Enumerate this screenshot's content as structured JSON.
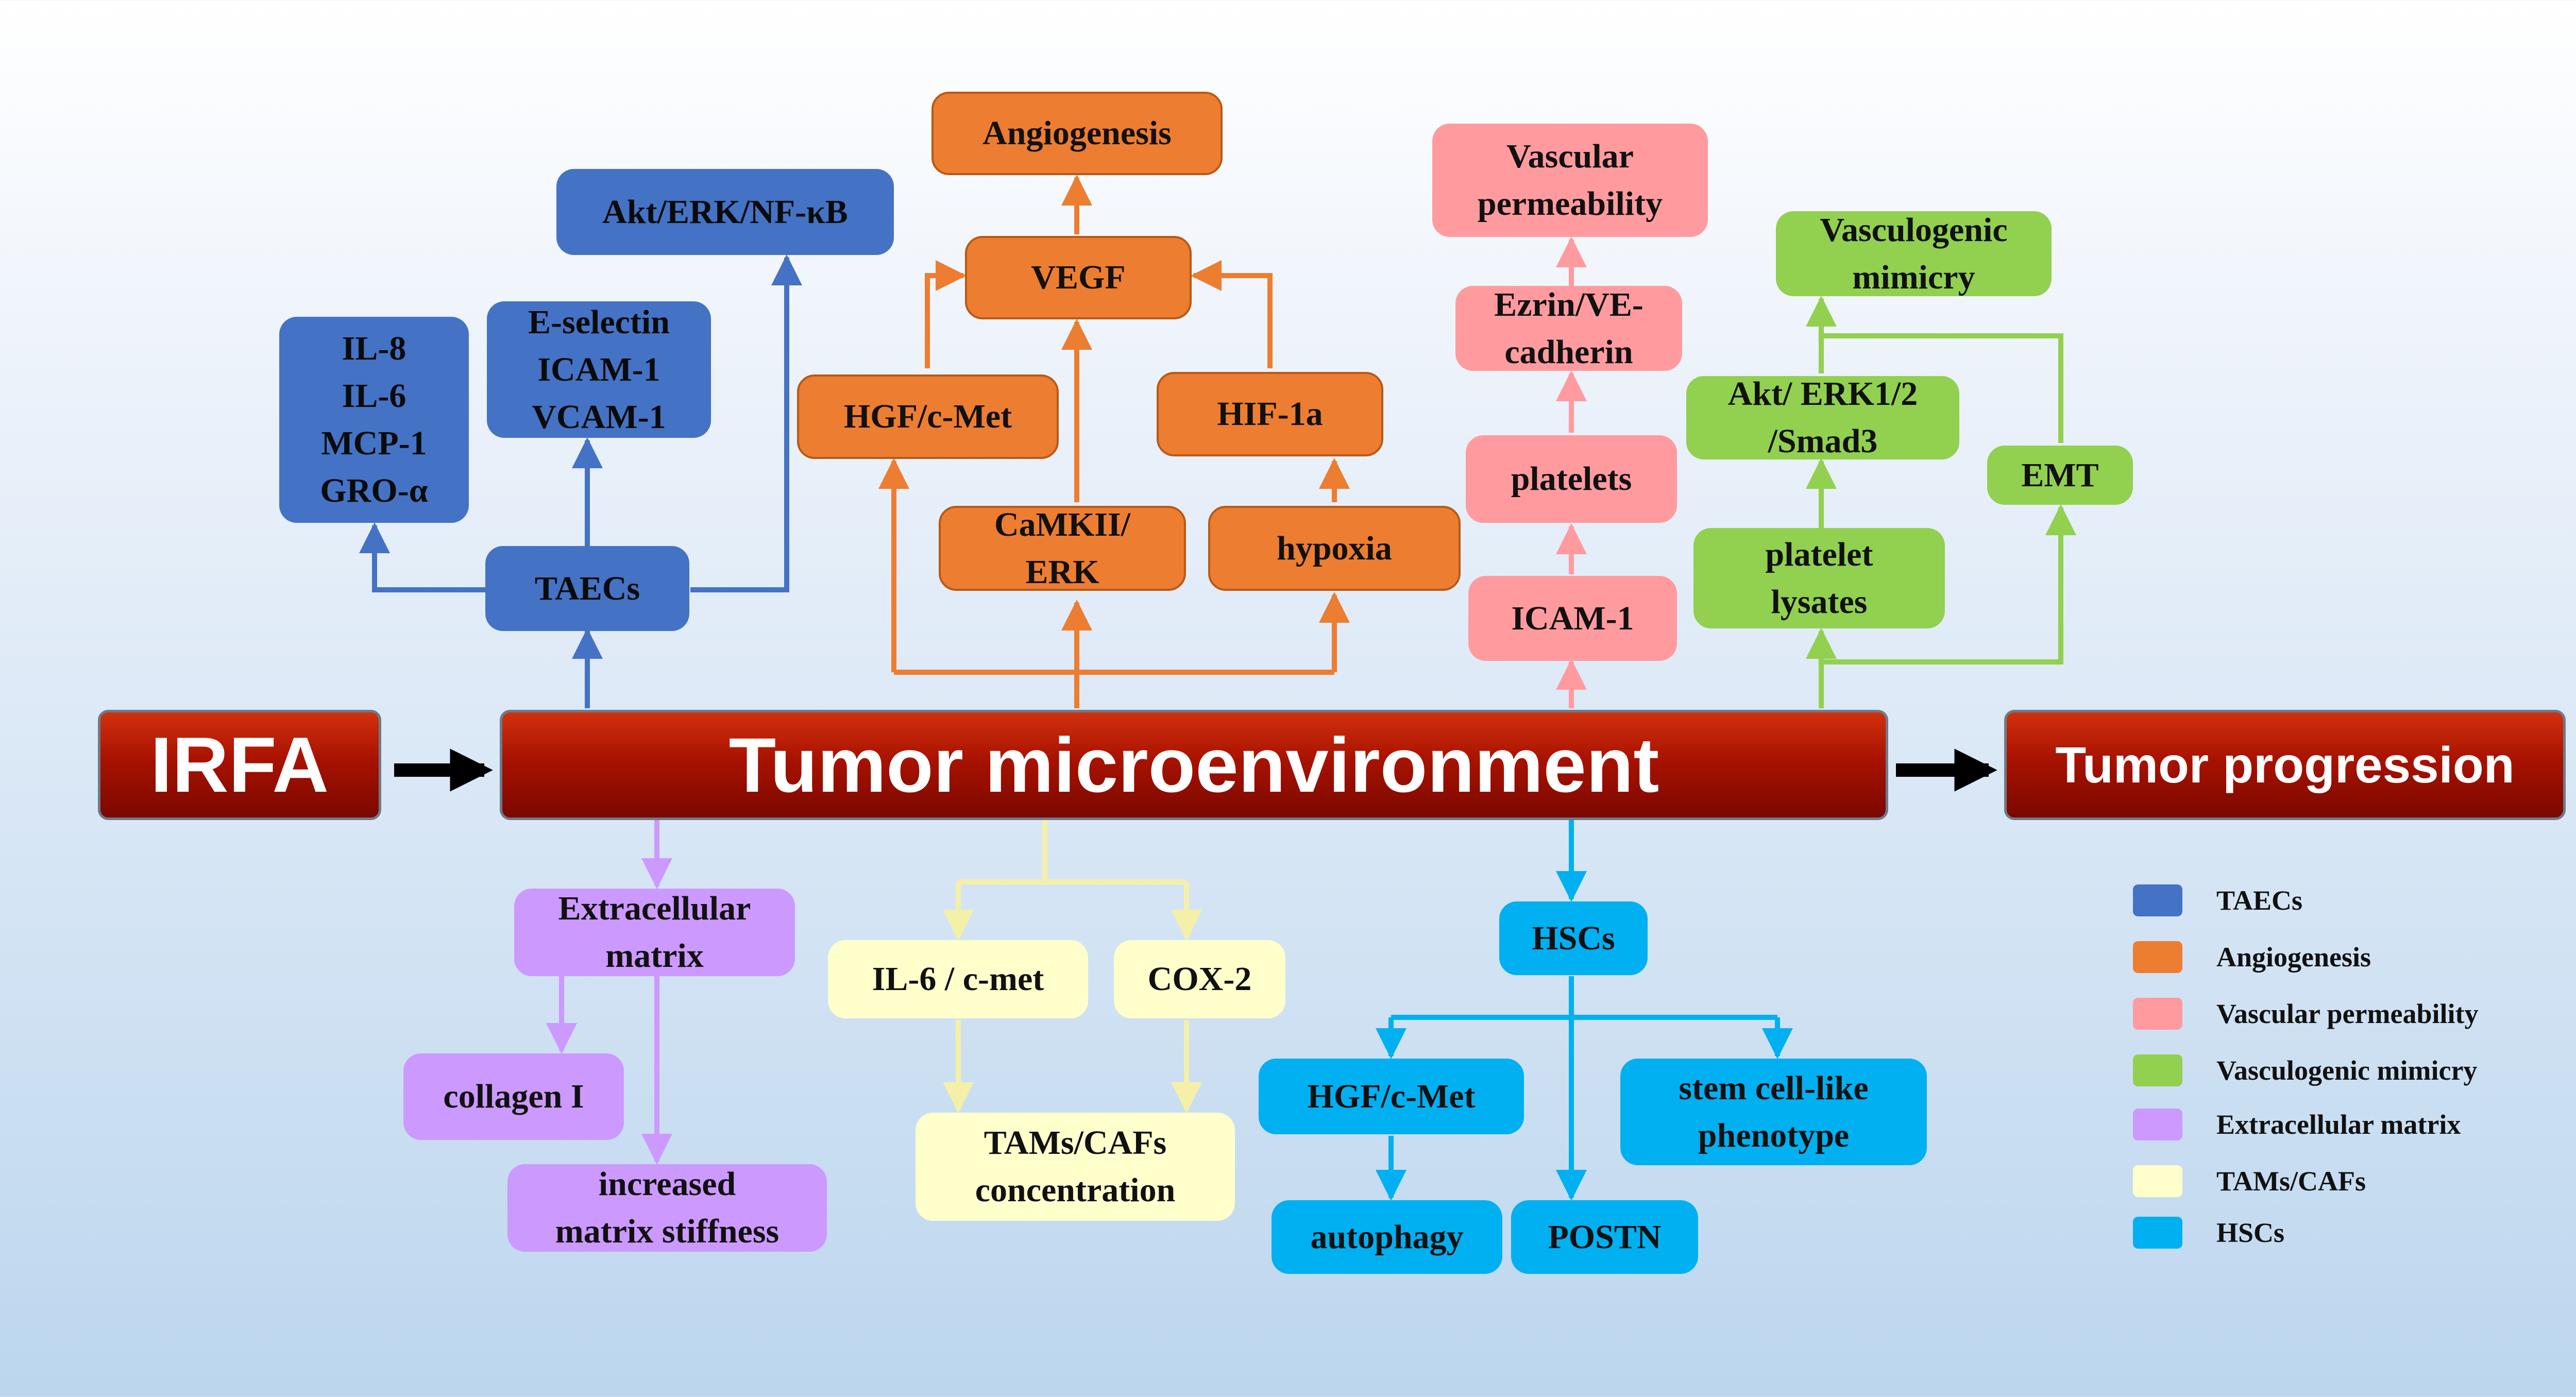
{
  "main": {
    "irfa": "IRFA",
    "tme": "Tumor microenvironment",
    "progression": "Tumor progression"
  },
  "nodes": {
    "taecs": "TAECs",
    "il8": "IL-8\nIL-6\nMCP-1\nGRO-α",
    "eselectin": "E-selectin\nICAM-1\nVCAM-1",
    "akt_nfkb": "Akt/ERK/NF-κB",
    "angiogenesis": "Angiogenesis",
    "vegf": "VEGF",
    "hgf_cmet_top": "HGF/c-Met",
    "hif1a": "HIF-1a",
    "camkii": "CaMKII/\nERK",
    "hypoxia": "hypoxia",
    "vascular_perm": "Vascular\npermeability",
    "ezrin": "Ezrin/VE-\ncadherin",
    "platelets": "platelets",
    "icam1": "ICAM-1",
    "vasculogenic": "Vasculogenic\nmimicry",
    "akt_smad": "Akt/ ERK1/2\n/Smad3",
    "emt": "EMT",
    "platelet_lysates": "platelet\nlysates",
    "ecm": "Extracellular\nmatrix",
    "collagen": "collagen I",
    "stiffness": "increased\nmatrix stiffness",
    "il6_cmet": "IL-6 / c-met",
    "cox2": "COX-2",
    "tams_cafs": "TAMs/CAFs\nconcentration",
    "hscs": "HSCs",
    "hgf_cmet_bottom": "HGF/c-Met",
    "stem_cell": "stem cell-like\nphenotype",
    "autophagy": "autophagy",
    "postn": "POSTN"
  },
  "legend": [
    {
      "label": "TAECs",
      "color": "#4472c4"
    },
    {
      "label": "Angiogenesis",
      "color": "#ed7d31"
    },
    {
      "label": "Vascular permeability",
      "color": "#ff9b9f"
    },
    {
      "label": "Vasculogenic mimicry",
      "color": "#92d050"
    },
    {
      "label": "Extracellular matrix",
      "color": "#cc99ff"
    },
    {
      "label": "TAMs/CAFs",
      "color": "#ffffcc"
    },
    {
      "label": "HSCs",
      "color": "#00b0f0"
    }
  ],
  "colors": {
    "taecs": "#4472c4",
    "angiogenesis": "#ed7d31",
    "vascular_permeability": "#ff9b9f",
    "vasculogenic_mimicry": "#92d050",
    "extracellular_matrix": "#cc99ff",
    "tams_cafs": "#ffffcc",
    "hscs": "#00b0f0",
    "main_red": "#a81200"
  }
}
